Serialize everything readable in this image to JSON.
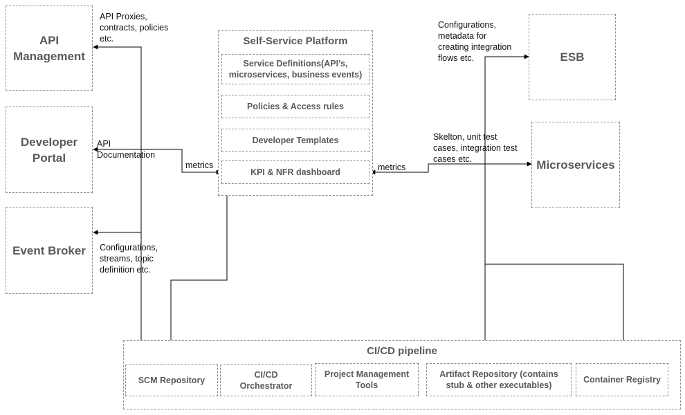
{
  "left_nodes": {
    "api_management": "API\nManagement",
    "developer_portal": "Developer\nPortal",
    "event_broker": "Event Broker"
  },
  "platform": {
    "title": "Self-Service Platform",
    "items": [
      "Service Definitions(API’s, microservices, business events)",
      "Policies & Access rules",
      "Developer Templates",
      "KPI & NFR dashboard"
    ]
  },
  "right_nodes": {
    "esb": "ESB",
    "microservices": "Microservices"
  },
  "pipeline": {
    "title": "CI/CD pipeline",
    "items": [
      "SCM Repository",
      "CI/CD\nOrchestrator",
      "Project Management\nTools",
      "Artifact Repository (contains\nstub & other executables)",
      "Container Registry"
    ]
  },
  "labels": {
    "api_proxies": "API Proxies,\ncontracts, policies\netc.",
    "api_documentation": "API\nDocumentation",
    "metrics_left": "metrics",
    "metrics_right": "metrics",
    "event_config": "Configurations,\nstreams, topic\ndefinition etc.",
    "esb_config": "Configurations,\nmetadata for\ncreating integration\nflows etc.",
    "skeleton": "Skelton, unit test\ncases, integration test\ncases etc."
  }
}
